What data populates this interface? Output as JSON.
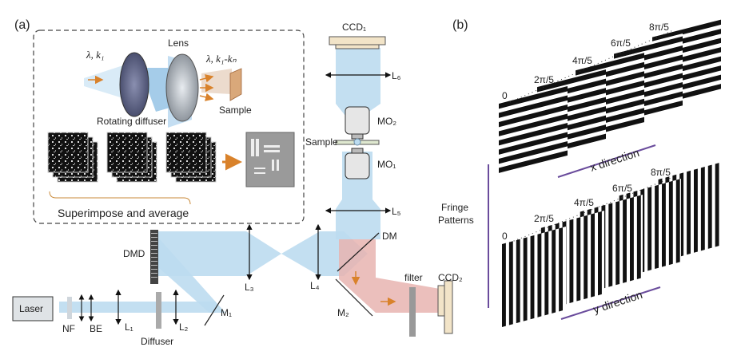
{
  "panel_a": {
    "label": "(a)",
    "inset": {
      "wave_in_label": "λ, k₁",
      "wave_out_label": "λ, k₁-kₙ",
      "lens_label": "Lens",
      "sample_label": "Sample",
      "diffuser_label": "Rotating diffuser",
      "caption": "Superimpose and average"
    },
    "components": {
      "ccd1": "CCD₁",
      "l6": "L₆",
      "mo2": "MO₂",
      "sample": "Sample",
      "mo1": "MO₁",
      "l5": "L₅",
      "dm": "DM",
      "dmd": "DMD",
      "l3": "L₃",
      "l4": "L₄",
      "m1": "M₁",
      "m2": "M₂",
      "filter": "filter",
      "ccd2": "CCD₂",
      "laser": "Laser",
      "nf": "NF",
      "be": "BE",
      "l1": "L₁",
      "l2": "L₂",
      "diffuser": "Diffuser"
    }
  },
  "panel_b": {
    "label": "(b)",
    "side_label_1": "Fringe",
    "side_label_2": "Patterns",
    "phases": [
      "0",
      "2π/5",
      "4π/5",
      "6π/5",
      "8π/5"
    ],
    "x_label": "x direction",
    "y_label": "y direction"
  },
  "colors": {
    "beam_blue": "#bcdcf0",
    "beam_red": "#e8b4b0",
    "arrow_orange": "#d9822b",
    "direction_purple": "#6a4c9c"
  }
}
